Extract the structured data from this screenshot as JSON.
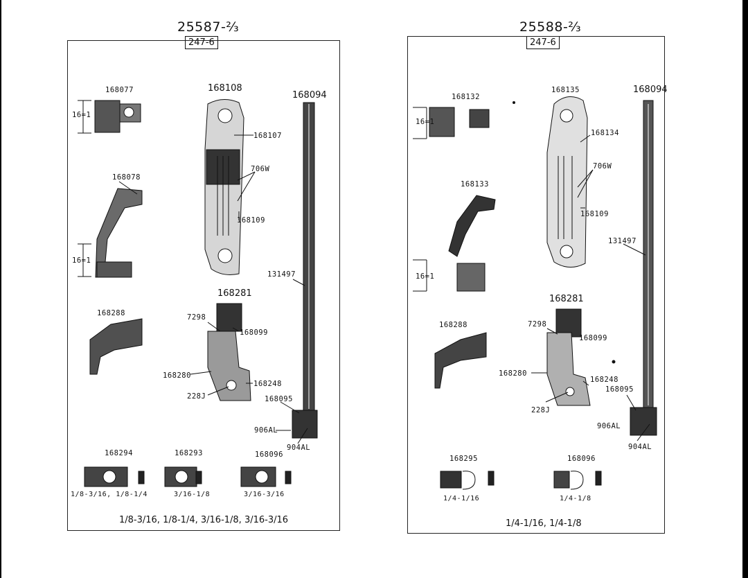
{
  "left": {
    "title": "25587-⅔",
    "code": "247-6",
    "labels": {
      "p168077": "168077",
      "p168108": "168108",
      "p168094": "168094",
      "p168107": "168107",
      "p706w": "706W",
      "p168109": "168109",
      "p168078": "168078",
      "gauge1": "16=1",
      "gauge2": "16=1",
      "p131497": "131497",
      "p168281": "168281",
      "p168288": "168288",
      "p7298": "7298",
      "p168099": "168099",
      "p168280": "168280",
      "p168248": "168248",
      "p228j": "228J",
      "p168095": "168095",
      "p906al": "906AL",
      "p904al": "904AL",
      "p168096": "168096",
      "p168294": "168294",
      "p168293": "168293",
      "sz1": "1/8-3/16, 1/8-1/4",
      "sz2": "3/16-1/8",
      "sz3": "3/16-3/16"
    },
    "caption": "1/8-3/16, 1/8-1/4, 3/16-1/8, 3/16-3/16"
  },
  "right": {
    "title": "25588-⅔",
    "code": "247-6",
    "labels": {
      "p168132": "168132",
      "p168135": "168135",
      "p168094": "168094",
      "p168134": "168134",
      "p706w": "706W",
      "p168133": "168133",
      "p168109": "168109",
      "p131497": "131497",
      "gauge1": "16=1",
      "gauge2": "16=1",
      "p168281": "168281",
      "p168288": "168288",
      "p7298": "7298",
      "p168099": "168099",
      "p168280": "168280",
      "p168248": "168248",
      "p168095": "168095",
      "p228j": "228J",
      "p906al": "906AL",
      "p904al": "904AL",
      "p168295": "168295",
      "p168096": "168096",
      "sz1": "1/4-1/16",
      "sz2": "1/4-1/8"
    },
    "caption": "1/4-1/16, 1/4-1/8"
  }
}
